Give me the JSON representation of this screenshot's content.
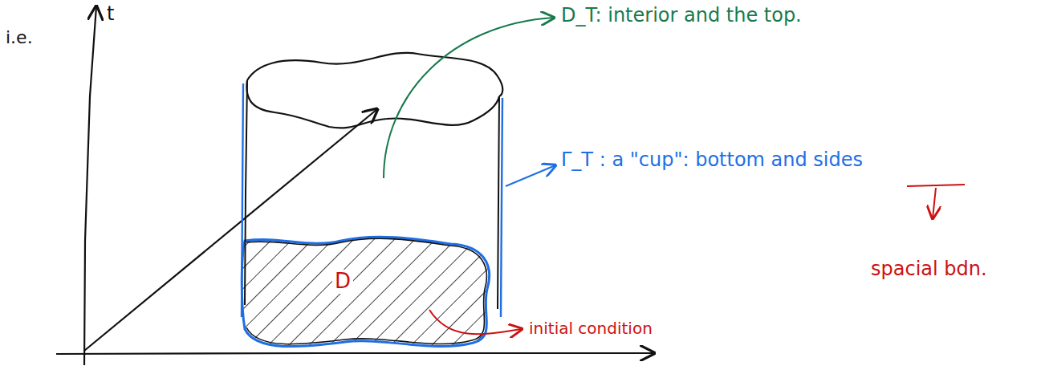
{
  "diagram": {
    "labels": [
      "i.e.",
      "t",
      "D_T: interior and the top.",
      "Γ_T : a \"cup\": bottom and sides",
      "spacial bdn.",
      "D",
      "initial condition"
    ]
  }
}
